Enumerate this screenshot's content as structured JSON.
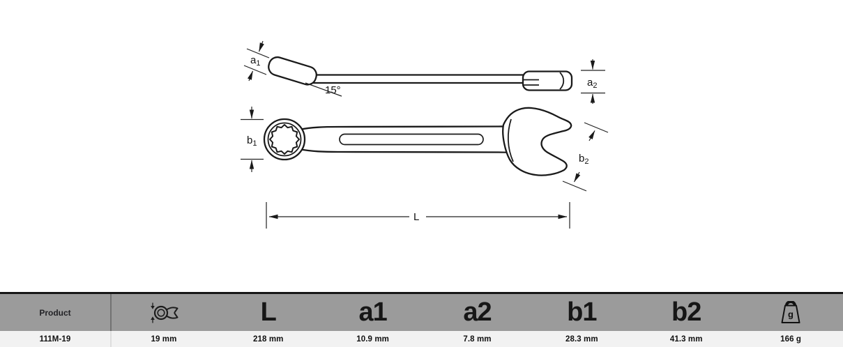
{
  "diagram": {
    "dim_a1": {
      "base": "a",
      "sub": "1"
    },
    "dim_a2": {
      "base": "a",
      "sub": "2"
    },
    "dim_b1": {
      "base": "b",
      "sub": "1"
    },
    "dim_b2": {
      "base": "b",
      "sub": "2"
    },
    "angle_label": "15°",
    "length_label": "L"
  },
  "table": {
    "header": {
      "product": "Product",
      "size_icon": "wrench-jaw-size-icon",
      "l": "L",
      "a1": "a1",
      "a2": "a2",
      "b1": "b1",
      "b2": "b2",
      "weight_icon": "weight-gram-icon",
      "weight_icon_letter": "g"
    },
    "row": {
      "product": "111M-19",
      "size": "19 mm",
      "l": "218 mm",
      "a1": "10.9 mm",
      "a2": "7.8 mm",
      "b1": "28.3 mm",
      "b2": "41.3 mm",
      "weight": "166 g"
    }
  },
  "colors": {
    "header_bg": "#9b9b9b",
    "row_bg": "#f2f2f2",
    "line": "#1a1a1a",
    "top_border": "#161616"
  }
}
